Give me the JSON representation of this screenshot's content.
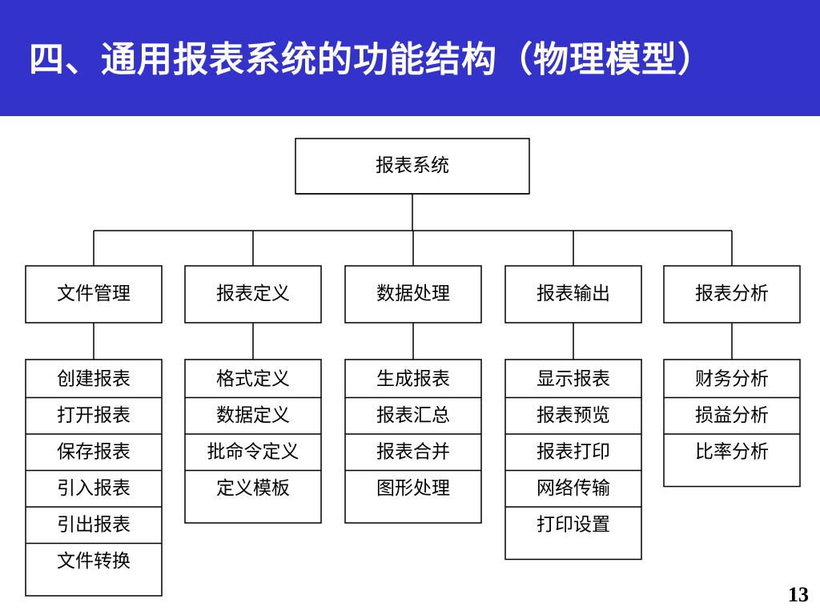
{
  "slide": {
    "title": "四、通用报表系统的功能结构（物理模型）",
    "page_number": "13",
    "accent_color": "#3333cc"
  },
  "diagram": {
    "root": "报表系统",
    "modules": [
      {
        "name": "文件管理",
        "items": [
          "创建报表",
          "打开报表",
          "保存报表",
          "引入报表",
          "引出报表",
          "文件转换"
        ]
      },
      {
        "name": "报表定义",
        "items": [
          "格式定义",
          "数据定义",
          "批命令定义",
          "定义模板"
        ]
      },
      {
        "name": "数据处理",
        "items": [
          "生成报表",
          "报表汇总",
          "报表合并",
          "图形处理"
        ]
      },
      {
        "name": "报表输出",
        "items": [
          "显示报表",
          "报表预览",
          "报表打印",
          "网络传输",
          "打印设置"
        ]
      },
      {
        "name": "报表分析",
        "items": [
          "财务分析",
          "损益分析",
          "比率分析"
        ]
      }
    ]
  }
}
